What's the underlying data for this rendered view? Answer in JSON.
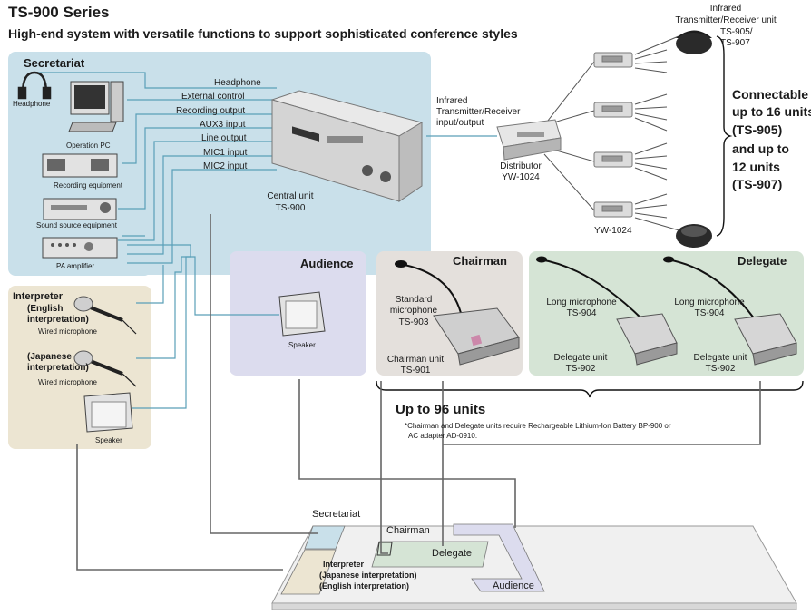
{
  "header": {
    "title": "TS-900 Series",
    "subtitle": "High-end system with versatile functions to support sophisticated conference styles"
  },
  "secretariat": {
    "heading": "Secretariat",
    "devices": {
      "headphone": "Headphone",
      "operation_pc": "Operation PC",
      "recording": "Recording equipment",
      "sound_source": "Sound source equipment",
      "pa_amplifier": "PA amplifier"
    },
    "io_labels": [
      "Headphone",
      "External control",
      "Recording output",
      "AUX3 input",
      "Line output",
      "MIC1 input",
      "MIC2 input"
    ],
    "central_unit": {
      "name": "Central unit",
      "model": "TS-900"
    }
  },
  "infrared": {
    "io_label_1": "Infrared",
    "io_label_2": "Transmitter/Receiver",
    "io_label_3": "input/output",
    "distributor_name": "Distributor",
    "distributor_model": "YW-1024",
    "unit_label_1": "Infrared",
    "unit_label_2": "Transmitter/Receiver unit",
    "unit_label_3": "TS-905/",
    "unit_label_4": "TS-907",
    "distributor_bottom": "YW-1024",
    "capacity": [
      "Connectable",
      "up to 16 units",
      "(TS-905)",
      "and up to",
      "12 units",
      "(TS-907)"
    ]
  },
  "interpreter": {
    "heading": "Interpreter",
    "english": [
      "(English",
      "interpretation)"
    ],
    "japanese": [
      "(Japanese",
      "interpretation)"
    ],
    "wired_mic": "Wired microphone",
    "speaker": "Speaker"
  },
  "audience": {
    "heading": "Audience",
    "speaker": "Speaker"
  },
  "chairman": {
    "heading": "Chairman",
    "mic_name_1": "Standard",
    "mic_name_2": "microphone",
    "mic_model": "TS-903",
    "unit_name": "Chairman unit",
    "unit_model": "TS-901"
  },
  "delegate": {
    "heading": "Delegate",
    "mic_name": "Long microphone",
    "mic_model": "TS-904",
    "unit_name": "Delegate unit",
    "unit_model": "TS-902"
  },
  "capacity_note": {
    "main": "Up to 96 units",
    "note_1": "*Chairman and Delegate units require Rechargeable Lithium-Ion Battery BP-900 or",
    "note_2": "AC adapter AD-0910."
  },
  "floor_plan": {
    "secretariat": "Secretariat",
    "chairman": "Chairman",
    "delegate": "Delegate",
    "interpreter_1": "Interpreter",
    "interpreter_2": "(Japanese interpretation)",
    "interpreter_3": "(English interpretation)",
    "audience": "Audience"
  },
  "colors": {
    "secretariat_bg": "#c9e0ea",
    "interpreter_bg": "#ece5d2",
    "audience_bg": "#dcdcee",
    "chairman_bg": "#e4e0dc",
    "delegate_bg": "#d5e4d5",
    "line": "#5a9fb8",
    "dark_line": "#555555"
  }
}
